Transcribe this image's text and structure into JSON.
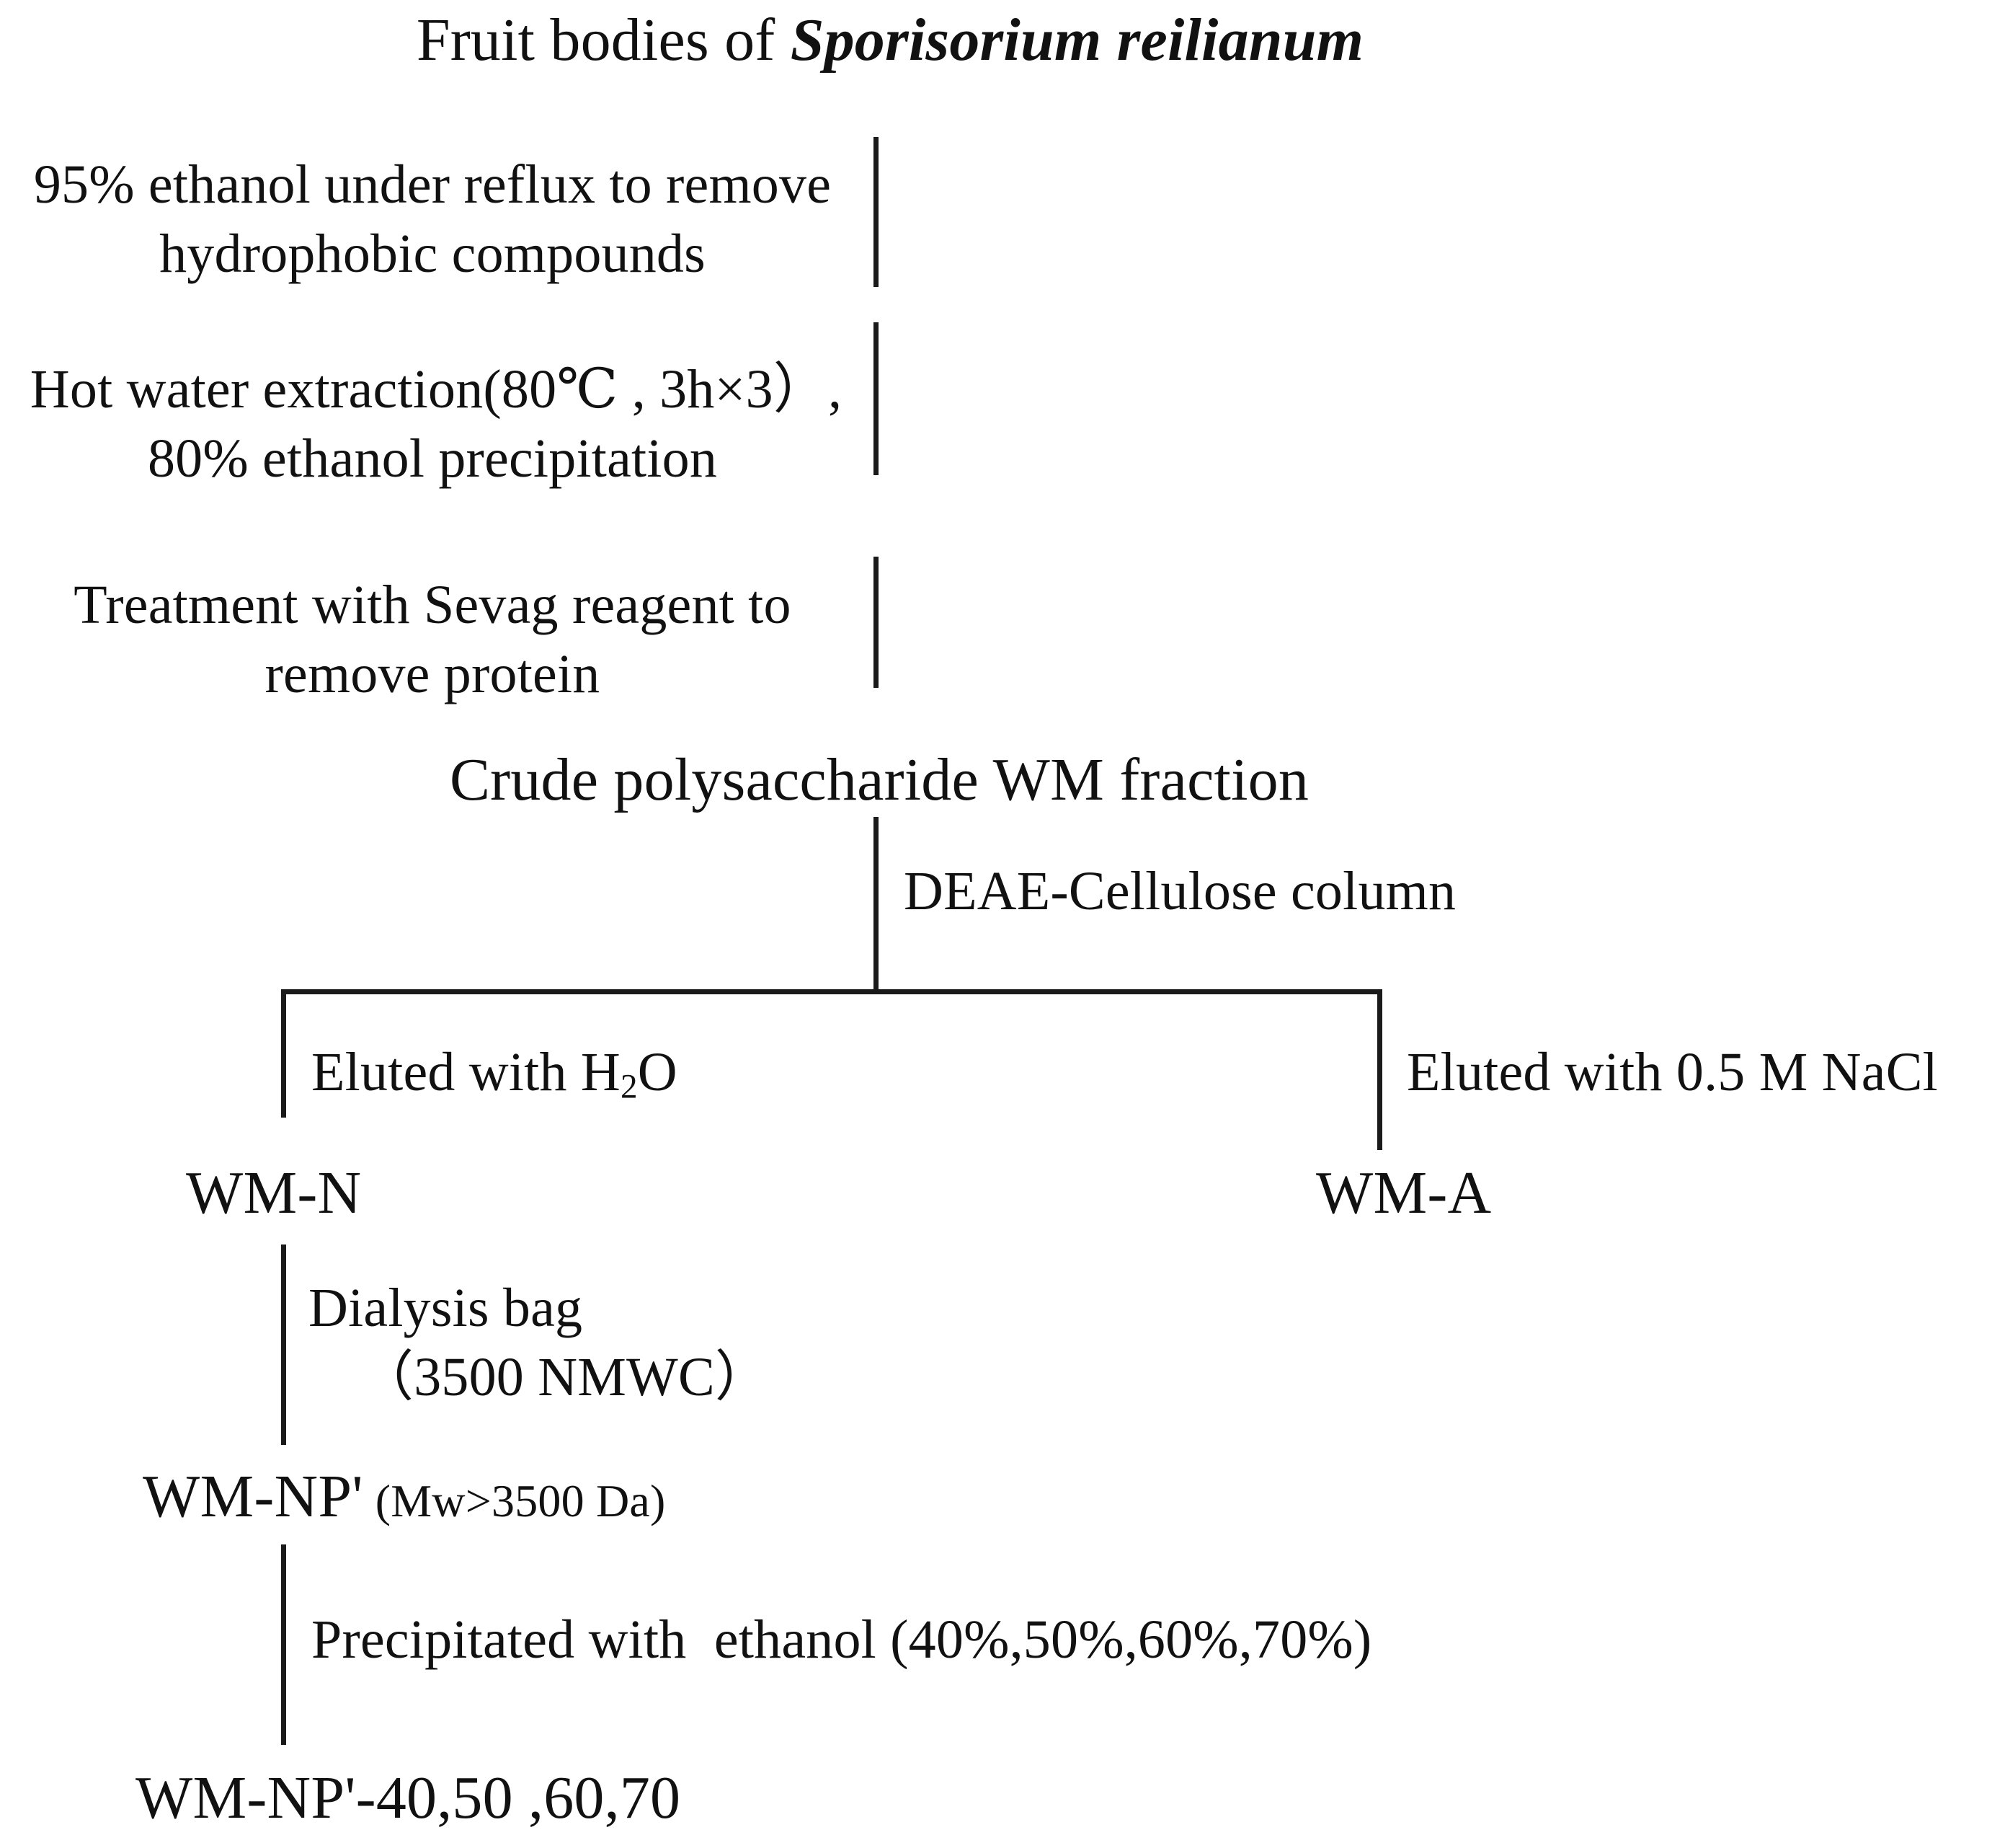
{
  "figure": {
    "kind": "process-flowchart",
    "background_color": "#ffffff",
    "line_color": "#1a1a1a",
    "text_color": "#111111",
    "title_prefix": "Fruit bodies of ",
    "title_species": "Sporisorium reilianum"
  },
  "steps": {
    "step1_line1": "95% ethanol under reflux to remove",
    "step1_line2": "hydrophobic compounds",
    "step2_line1": "Hot water extraction(80℃ , 3h×3）,",
    "step2_line2": "80% ethanol precipitation",
    "step3_line1": "Treatment with Sevag reagent to",
    "step3_line2": "remove protein",
    "step4": "DEAE-Cellulose column",
    "step5_line1": "Dialysis bag",
    "step5_line2": "（3500 NMWC）",
    "step6": "Precipitated with  ethanol (40%,50%,60%,70%)"
  },
  "branches": {
    "left_label": "Eluted with H",
    "left_label_sub": "2",
    "left_label_tail": "O",
    "right_label": "Eluted with 0.5 M NaCl"
  },
  "nodes": {
    "crude": "Crude polysaccharide WM fraction",
    "wm_n": "WM-N",
    "wm_a": "WM-A",
    "wm_np_main": "WM-NP' ",
    "wm_np_detail": "(Mw>3500 Da)",
    "final": "WM-NP'-40,50 ,60,70"
  }
}
